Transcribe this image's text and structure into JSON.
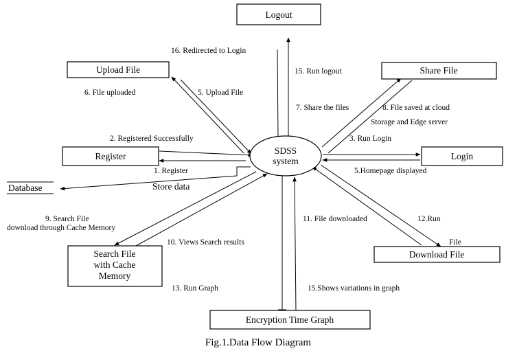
{
  "center": {
    "line1": "SDSS",
    "line2": "system"
  },
  "nodes": {
    "logout": "Logout",
    "upload": "Upload File",
    "share": "Share File",
    "register": "Register",
    "login": "Login",
    "database": "Database",
    "search": [
      "Search File",
      "with Cache",
      "Memory"
    ],
    "download": "Download File",
    "graph": "Encryption Time Graph"
  },
  "flows": {
    "f16": "16. Redirected to Login",
    "f15": "15. Run logout",
    "f6": "6. File uploaded",
    "f5": "5. Upload File",
    "f7": "7. Share the files",
    "f8a": "8. File saved at cloud",
    "f8b": "Storage and Edge server",
    "f2": "2. Registered Successfully",
    "f3": "3. Run Login",
    "f1": "1. Register",
    "f5h": "5.Homepage displayed",
    "store": "Store data",
    "f9a": "9. Search File",
    "f9b": "download through Cache Memory",
    "f11": "11.  File downloaded",
    "f12a": "12.Run",
    "f12b": "File",
    "f10": "10. Views Search results",
    "f13": "13. Run Graph",
    "f15g": "15.Shows variations in graph"
  },
  "caption": "Fig.1.Data Flow Diagram"
}
